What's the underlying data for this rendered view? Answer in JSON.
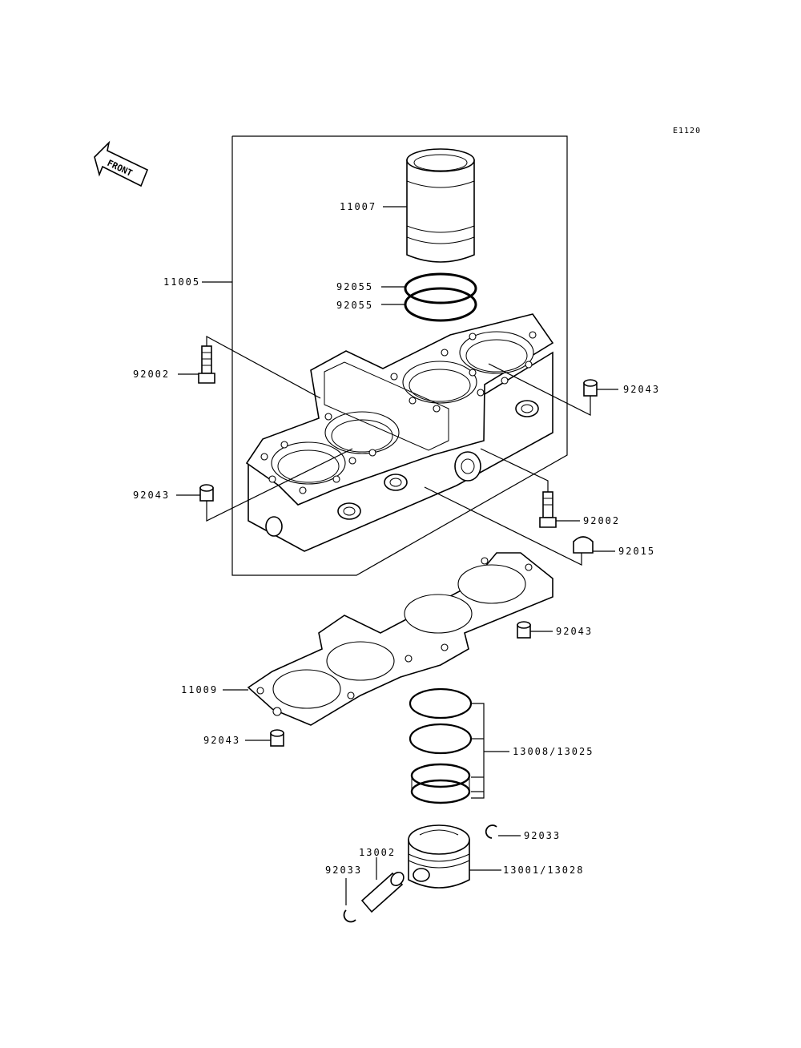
{
  "diagram_code": "E1120",
  "front_label": "FRONT",
  "labels": {
    "cylinder_liner": "11007",
    "cylinder_block": "11005",
    "o_ring_upper": "92055",
    "o_ring_lower": "92055",
    "stud_bolt_left": "92002",
    "dowel_right_top": "92043",
    "dowel_left": "92043",
    "stud_bolt_right": "92002",
    "cap_nut": "92015",
    "dowel_gasket_right": "92043",
    "head_gasket": "11009",
    "dowel_gasket_left": "92043",
    "piston_rings": "13008/13025",
    "circlip_right": "92033",
    "piston_pin": "13002",
    "circlip_left": "92033",
    "piston": "13001/13028"
  }
}
